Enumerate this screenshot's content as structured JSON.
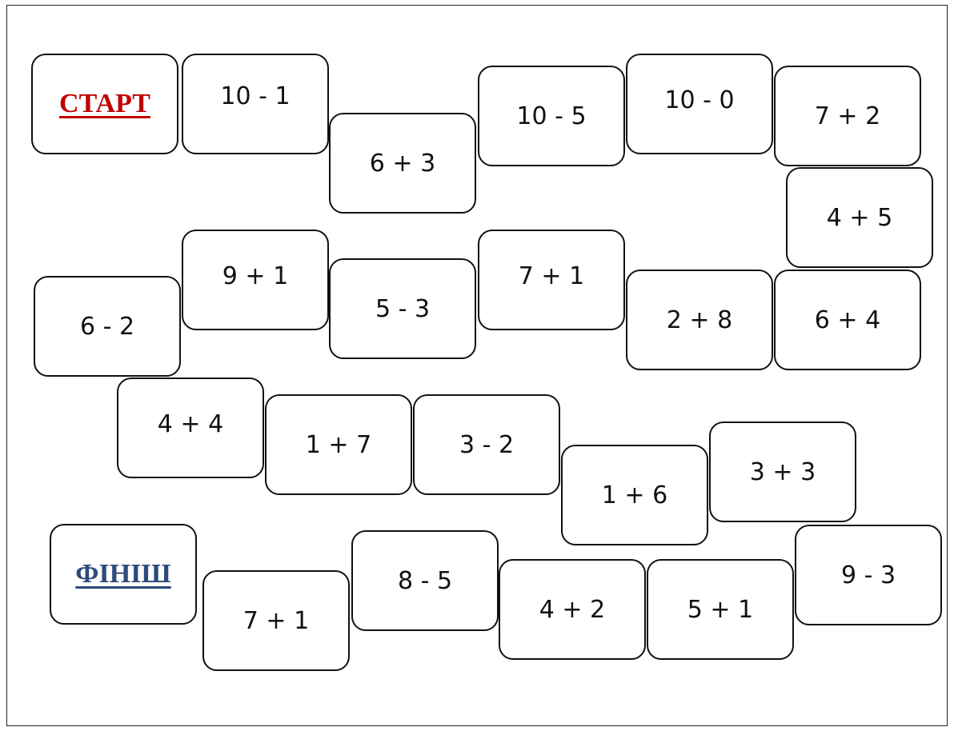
{
  "start": {
    "label": "СТАРТ",
    "color": "#c00000"
  },
  "finish": {
    "label": "ФІНІШ",
    "color": "#2c4a7a"
  },
  "path": [
    {
      "id": "c01",
      "expr": "10 - 1"
    },
    {
      "id": "c02",
      "expr": "6 + 3"
    },
    {
      "id": "c03",
      "expr": "10 - 5"
    },
    {
      "id": "c04",
      "expr": "10 - 0"
    },
    {
      "id": "c05",
      "expr": "7 + 2"
    },
    {
      "id": "c06",
      "expr": "4 + 5"
    },
    {
      "id": "c07",
      "expr": "6 + 4"
    },
    {
      "id": "c08",
      "expr": "2 + 8"
    },
    {
      "id": "c09",
      "expr": "7 + 1"
    },
    {
      "id": "c10",
      "expr": "5 - 3"
    },
    {
      "id": "c11",
      "expr": "9 + 1"
    },
    {
      "id": "c12",
      "expr": "6 - 2"
    },
    {
      "id": "c13",
      "expr": "4 + 4"
    },
    {
      "id": "c14",
      "expr": "1 + 7"
    },
    {
      "id": "c15",
      "expr": "3 - 2"
    },
    {
      "id": "c16",
      "expr": "1 + 6"
    },
    {
      "id": "c17",
      "expr": "3 + 3"
    },
    {
      "id": "c18",
      "expr": "9 - 3"
    },
    {
      "id": "c19",
      "expr": "5 + 1"
    },
    {
      "id": "c20",
      "expr": "4 + 2"
    },
    {
      "id": "c21",
      "expr": "8 - 5"
    },
    {
      "id": "c22",
      "expr": "7 + 1"
    }
  ]
}
